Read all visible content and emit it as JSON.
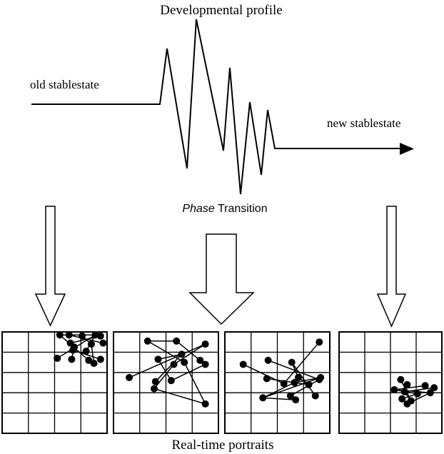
{
  "labels": {
    "title": "Developmental profile",
    "left_state": "old stablestate",
    "right_state": "new stablestate",
    "transition_italic": "Phase",
    "transition_rest": " Transition",
    "caption": "Real-time portraits"
  },
  "colors": {
    "ink": "#000000",
    "background": "#ffffff"
  },
  "grid": {
    "rows": 5,
    "cols": 4
  },
  "portraits": [
    {
      "name": "portrait-old-state",
      "nodes": [
        [
          2.2,
          0.15
        ],
        [
          2.55,
          0.15
        ],
        [
          3.55,
          0.15
        ],
        [
          3.05,
          0.2
        ],
        [
          3.75,
          0.2
        ],
        [
          2.6,
          0.55
        ],
        [
          3.4,
          0.6
        ],
        [
          3.85,
          0.55
        ],
        [
          2.75,
          0.75
        ],
        [
          2.7,
          0.9
        ],
        [
          3.2,
          0.95
        ],
        [
          2.1,
          1.3
        ],
        [
          2.65,
          1.35
        ],
        [
          3.3,
          1.4
        ],
        [
          3.5,
          1.55
        ],
        [
          3.75,
          1.35
        ]
      ],
      "edges": [
        [
          0,
          2
        ],
        [
          2,
          11
        ],
        [
          1,
          7
        ],
        [
          5,
          4
        ],
        [
          3,
          6
        ],
        [
          6,
          14
        ],
        [
          0,
          13
        ],
        [
          9,
          15
        ],
        [
          2,
          10
        ],
        [
          8,
          12
        ]
      ]
    },
    {
      "name": "portrait-phase-left",
      "nodes": [
        [
          1.3,
          0.45
        ],
        [
          2.4,
          0.45
        ],
        [
          3.5,
          0.6
        ],
        [
          2.6,
          1.1
        ],
        [
          1.7,
          1.35
        ],
        [
          3.3,
          1.4
        ],
        [
          2.7,
          1.5
        ],
        [
          2.3,
          1.6
        ],
        [
          3.5,
          1.6
        ],
        [
          0.6,
          2.25
        ],
        [
          1.6,
          2.45
        ],
        [
          2.2,
          2.4
        ],
        [
          1.55,
          2.8
        ],
        [
          3.5,
          3.55
        ]
      ],
      "edges": [
        [
          0,
          6
        ],
        [
          0,
          1
        ],
        [
          1,
          5
        ],
        [
          5,
          8
        ],
        [
          2,
          7
        ],
        [
          4,
          11
        ],
        [
          3,
          10
        ],
        [
          9,
          2
        ],
        [
          7,
          12
        ],
        [
          8,
          11
        ],
        [
          12,
          13
        ],
        [
          6,
          13
        ],
        [
          3,
          4
        ]
      ]
    },
    {
      "name": "portrait-phase-right",
      "nodes": [
        [
          3.6,
          0.5
        ],
        [
          1.65,
          1.4
        ],
        [
          2.55,
          1.5
        ],
        [
          0.7,
          1.6
        ],
        [
          3.65,
          2.25
        ],
        [
          2.8,
          2.25
        ],
        [
          3.6,
          2.35
        ],
        [
          1.6,
          2.3
        ],
        [
          2.65,
          2.5
        ],
        [
          2.25,
          2.55
        ],
        [
          3.2,
          2.6
        ],
        [
          2.5,
          3.15
        ],
        [
          1.45,
          3.25
        ],
        [
          3.45,
          3.15
        ],
        [
          2.7,
          3.35
        ]
      ],
      "edges": [
        [
          0,
          9
        ],
        [
          3,
          9
        ],
        [
          1,
          6
        ],
        [
          2,
          5
        ],
        [
          4,
          8
        ],
        [
          7,
          10
        ],
        [
          8,
          12
        ],
        [
          4,
          12
        ],
        [
          2,
          13
        ],
        [
          11,
          14
        ],
        [
          12,
          14
        ],
        [
          6,
          11
        ],
        [
          5,
          10
        ]
      ]
    },
    {
      "name": "portrait-new-state",
      "nodes": [
        [
          2.4,
          2.35
        ],
        [
          2.65,
          2.6
        ],
        [
          3.35,
          2.65
        ],
        [
          3.7,
          2.75
        ],
        [
          2.15,
          2.85
        ],
        [
          2.55,
          2.95
        ],
        [
          3.05,
          3.05
        ],
        [
          3.55,
          3.0
        ],
        [
          2.45,
          3.3
        ],
        [
          2.8,
          3.4
        ],
        [
          2.65,
          3.55
        ]
      ],
      "edges": [
        [
          0,
          9
        ],
        [
          1,
          5
        ],
        [
          2,
          4
        ],
        [
          3,
          5
        ],
        [
          4,
          6
        ],
        [
          6,
          8
        ],
        [
          7,
          10
        ],
        [
          5,
          9
        ],
        [
          8,
          10
        ],
        [
          4,
          7
        ]
      ]
    }
  ]
}
